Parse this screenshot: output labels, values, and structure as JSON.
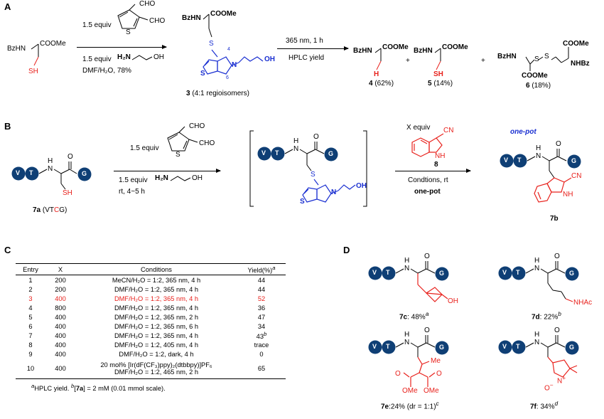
{
  "panels": {
    "a": "A",
    "b": "B",
    "c": "C",
    "d": "D"
  },
  "schemeA": {
    "reactant_group": "BzHN",
    "reactant_ester": "COOMe",
    "reactant_sh": "SH",
    "aldehyde_equiv": "1.5 equiv",
    "cho_top": "CHO",
    "cho_bottom": "CHO",
    "s_label": "S",
    "amine_equiv": "1.5 equiv",
    "amine_formula": "H₂N",
    "amine_oh": "OH",
    "solvent_yield": "DMF/H₂O, 78%",
    "int_group": "BzHN",
    "int_ester": "COOMe",
    "int_s": "S",
    "int_num4": "4",
    "int_num6": "6",
    "int_n": "N",
    "int_s_ring": "S",
    "int_oh": "OH",
    "int_id": "3",
    "int_note": "(4:1 regioisomers)",
    "arrow_top": "365 nm, 1 h",
    "arrow_bottom": "HPLC yield",
    "p4_group": "BzHN",
    "p4_ester": "COOMe",
    "p4_h": "H",
    "p4_id": "4",
    "p4_yield": "(62%)",
    "plus1": "+",
    "p5_group": "BzHN",
    "p5_ester": "COOMe",
    "p5_sh": "SH",
    "p5_id": "5",
    "p5_yield": "(14%)",
    "plus2": "+",
    "p6_group1": "BzHN",
    "p6_ester1": "COOMe",
    "p6_s1": "S",
    "p6_s2": "S",
    "p6_ester2": "COOMe",
    "p6_group2": "NHBz",
    "p6_id": "6",
    "p6_yield": "(18%)"
  },
  "schemeB": {
    "res_v": "V",
    "res_t": "T",
    "res_g": "G",
    "nh_h": "H",
    "nh_n": "N",
    "o_label": "O",
    "sh_label": "SH",
    "start_id": "7a",
    "start_seq_open": "(VT",
    "start_seq_c": "C",
    "start_seq_close": "G)",
    "aldehyde_equiv": "1.5 equiv",
    "cho_top": "CHO",
    "cho_bottom": "CHO",
    "s_label": "S",
    "amine_equiv": "1.5 equiv",
    "amine_formula": "H₂N",
    "amine_oh": "OH",
    "time": "rt, 4~5 h",
    "int_s": "S",
    "int_n": "N",
    "int_s_ring": "S",
    "int_oh": "OH",
    "x_equiv": "X equiv",
    "indole_cn": "CN",
    "indole_nh": "NH",
    "indole_id": "8",
    "conditions": "Condtions, rt",
    "onepot_arrow": "one-pot",
    "onepot_title": "one-pot",
    "prod_cn": "CN",
    "prod_nh": "NH",
    "prod_id": "7b"
  },
  "table": {
    "headers": [
      "Entry",
      "X",
      "Conditions",
      "Yield(%)"
    ],
    "header_sup": "a",
    "rows": [
      {
        "entry": "1",
        "x": "200",
        "cond": "MeCN/H₂O = 1:2, 365 nm, 4 h",
        "yield": "44",
        "sup": ""
      },
      {
        "entry": "2",
        "x": "200",
        "cond": "DMF/H₂O = 1:2, 365 nm, 4 h",
        "yield": "44",
        "sup": ""
      },
      {
        "entry": "3",
        "x": "400",
        "cond": "DMF/H₂O = 1:2, 365 nm, 4 h",
        "yield": "52",
        "sup": ""
      },
      {
        "entry": "4",
        "x": "800",
        "cond": "DMF/H₂O = 1:2, 365 nm, 4 h",
        "yield": "36",
        "sup": ""
      },
      {
        "entry": "5",
        "x": "400",
        "cond": "DMF/H₂O = 1:2, 365 nm, 2 h",
        "yield": "47",
        "sup": ""
      },
      {
        "entry": "6",
        "x": "400",
        "cond": "DMF/H₂O = 1:2, 365 nm, 6 h",
        "yield": "34",
        "sup": ""
      },
      {
        "entry": "7",
        "x": "400",
        "cond": "DMF/H₂O = 1:2, 365 nm, 4 h",
        "yield": "43",
        "sup": "b"
      },
      {
        "entry": "8",
        "x": "400",
        "cond": "DMF/H₂O = 1:2, 405 nm, 4 h",
        "yield": "trace",
        "sup": ""
      },
      {
        "entry": "9",
        "x": "400",
        "cond": "DMF/H₂O = 1:2, dark, 4 h",
        "yield": "0",
        "sup": ""
      }
    ],
    "row10": {
      "entry": "10",
      "x": "400",
      "cond_line1": "20 mol% [Ir(dF(CF₃)ppy)₂(dtbbpy)]PF₆",
      "cond_line2": "DMF/H₂O = 1:2, 465 nm, 2 h",
      "yield": "65"
    },
    "footnote_a_mark": "a",
    "footnote_a": "HPLC yield. ",
    "footnote_b_mark": "b",
    "footnote_b_open": "[",
    "footnote_b_bold": "7a",
    "footnote_b": "] = 2 mM (0.01 mmol scale)."
  },
  "panelD": {
    "res_v": "V",
    "res_t": "T",
    "res_g": "G",
    "nh_h": "H",
    "nh_n": "N",
    "o_label": "O",
    "c_oh": "OH",
    "c_id": "7c",
    "c_yield": ": 48%",
    "c_sup": "a",
    "d_nhac": "NHAc",
    "d_id": "7d",
    "d_yield": ": 22%",
    "d_sup": "b",
    "e_me": "Me",
    "e_ester1": "OMe",
    "e_ester2": "OMe",
    "e_o1": "O",
    "e_o2": "O",
    "e_id": "7e",
    "e_yield": ":24% (dr = 1:1)",
    "e_sup": "c",
    "f_n": "N",
    "f_nplus": "+",
    "f_o": "O",
    "f_ominus": "−",
    "f_id": "7f",
    "f_yield": ": 34%",
    "f_sup": "d"
  }
}
